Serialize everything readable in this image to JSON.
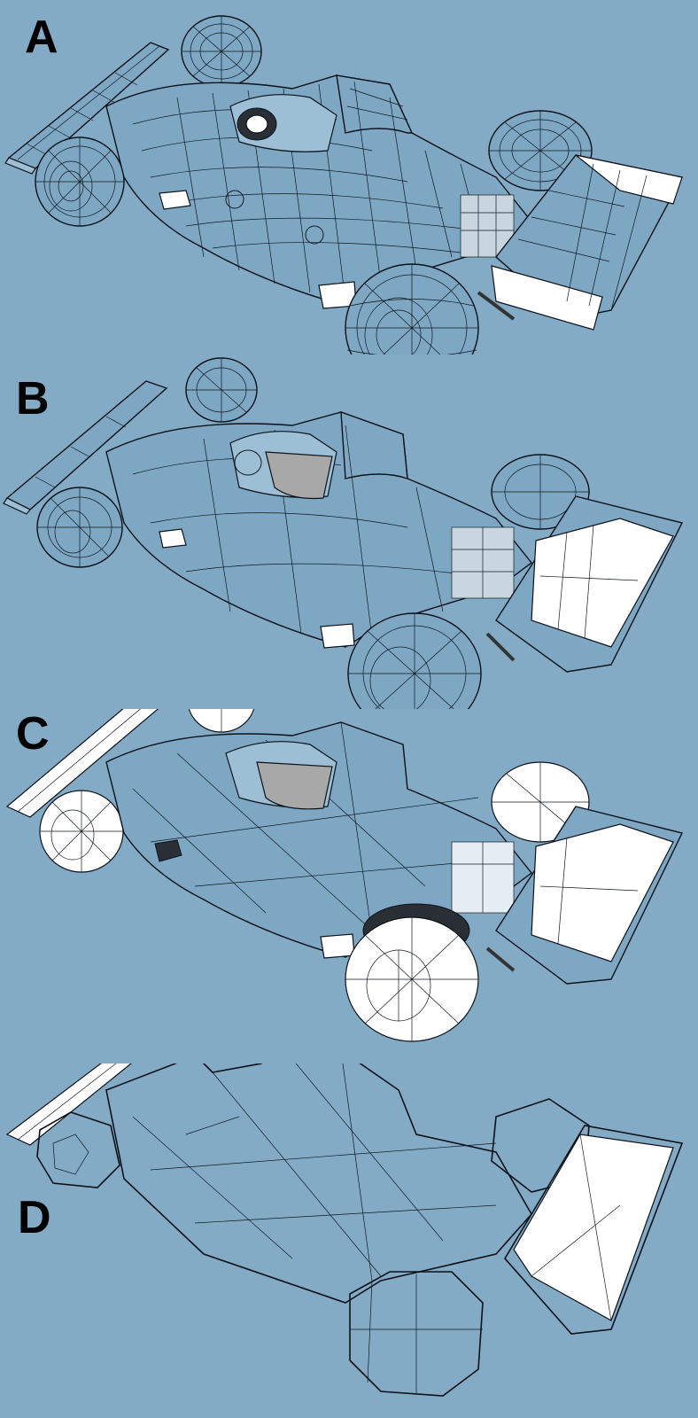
{
  "panels": [
    {
      "id": "A",
      "label": "A",
      "detail": "high"
    },
    {
      "id": "B",
      "label": "B",
      "detail": "medium"
    },
    {
      "id": "C",
      "label": "C",
      "detail": "low"
    },
    {
      "id": "D",
      "label": "D",
      "detail": "lowest"
    }
  ],
  "colors": {
    "background": "#83abc6",
    "wireframe": "#101820",
    "shaded": "#ffffff",
    "interior": "#a8a8a8"
  }
}
